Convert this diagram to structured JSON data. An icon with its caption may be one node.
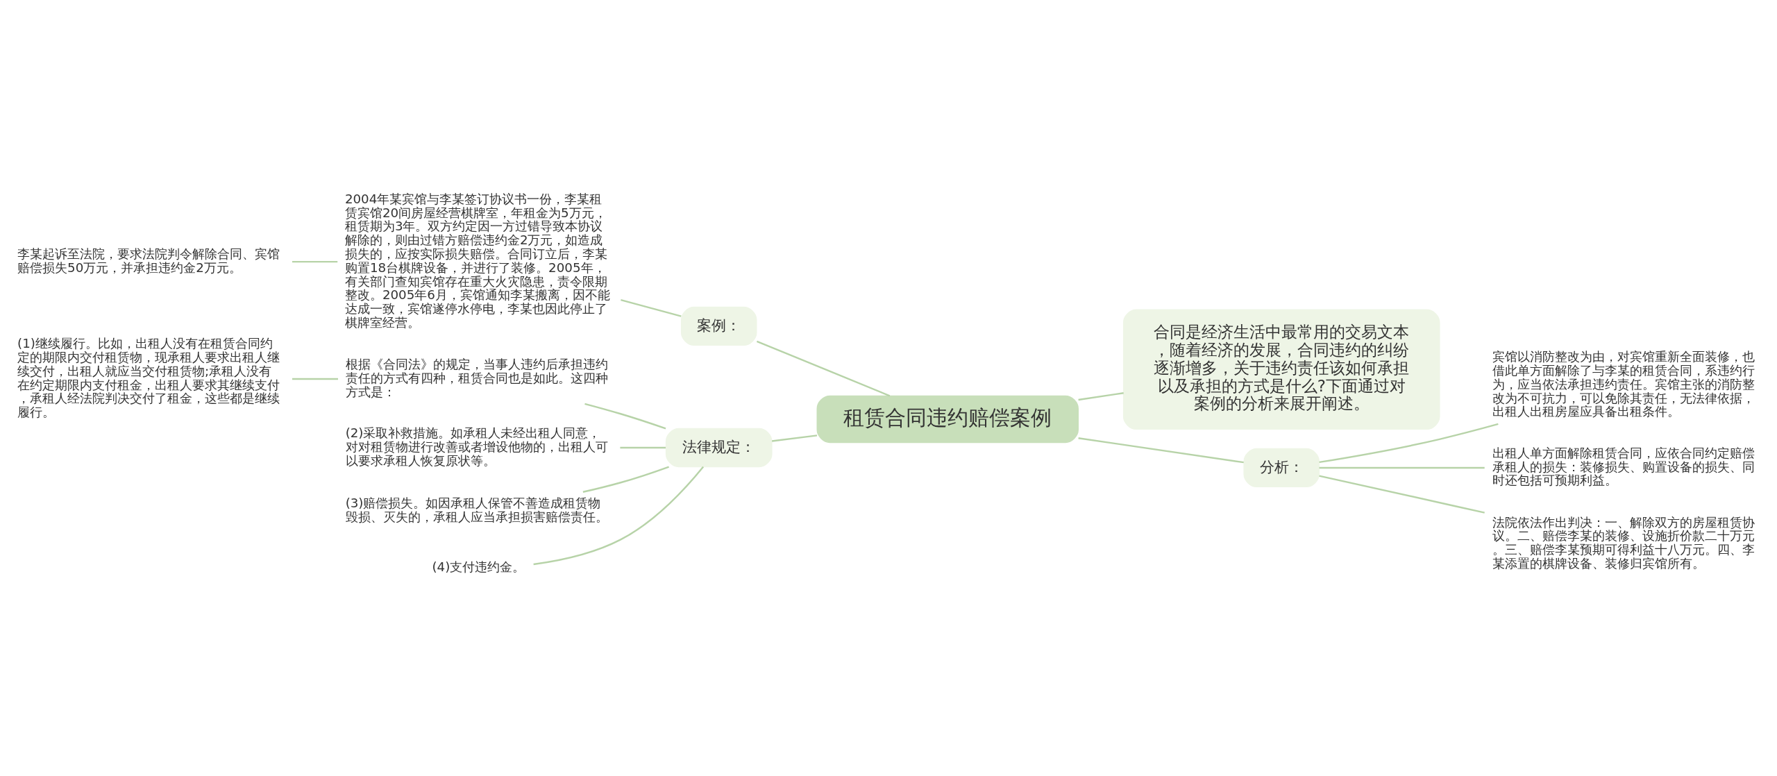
{
  "diagram": {
    "nodes": [
      {
        "text": [
          "租赁合同违约赔偿案例"
        ]
      },
      {
        "text": [
          "案例："
        ]
      },
      {
        "text": [
          "2004年某宾馆与李某签订协议书一份，李某租赁宾馆20间房屋经营棋牌室，年租金为5万元，租赁期为3年。双方约定因一方过错导致本协议解除的，则由过错方赔偿违约金2万元，如造成损失的，应按实际损失赔偿。合同订立后，李某购置18台棋牌设备，并进行了装修。2005年，有关部门查知宾馆存在重大火灾隐患，责令限期整改。2005年6月，宾馆通知李某搬离，因不能达成一致，宾馆遂停水停电，李某也因此停止了棋牌室经营。"
        ]
      },
      {
        "text": [
          "李某起诉至法院，要求法院判令解除合同、宾馆赔偿损失50万元，并承担违约金2万元。"
        ]
      },
      {
        "text": [
          "合同是经济生活中最常用的交易文本，随着经济的发展，合同违约的纠纷逐渐增多，关于违约责任该如何承担以及承担的方式是什么?下面通过对案例的分析来展开阐述。"
        ]
      },
      {
        "text": [
          "法律规定："
        ]
      },
      {
        "text": [
          "根据《合同法》的规定，当事人违约后承担违约责任的方式有四种，租赁合同也是如此。这四种方式是："
        ]
      },
      {
        "text": [
          "(1)继续履行。比如，出租人没有在租赁合同约定的期限内交付租赁物，现承租人要求出租人继续交付，出租人就应当交付租赁物;承租人没有在约定期限内支付租金，出租人要求其继续支付，承租人经法院判决交付了租金，这些都是继续履行。"
        ]
      },
      {
        "text": [
          "(2)采取补救措施。如承租人未经出租人同意，对对租赁物进行改善或者增设他物的，出租人可以要求承租人恢复原状等。"
        ]
      },
      {
        "text": [
          "(3)赔偿损失。如因承租人保管不善造成租赁物毁损、灭失的，承租人应当承担损害赔偿责任。"
        ]
      },
      {
        "text": [
          "(4)支付违约金。"
        ]
      },
      {
        "text": [
          "分析："
        ]
      },
      {
        "text": [
          "宾馆以消防整改为由，对宾馆重新全面装修，也借此单方面解除了与李某的租赁合同，系违约行为，应当依法承担违约责任。宾馆主张的消防整改为不可抗力，可以免除其责任，无法律依据，出租人出租房屋应具备出租条件。"
        ]
      },
      {
        "text": [
          "出租人单方面解除租赁合同，应依合同约定赔偿承租人的损失：装修损失、购置设备的损失、同时还包括可预期利益。"
        ]
      },
      {
        "text": [
          "法院依法作出判决：一、解除双方的房屋租赁协议。二、赔偿李某的装修、设施折价款二十万元。三、赔偿李某预期可得利益十八万元。四、李某添置的棋牌设备、装修归宾馆所有。"
        ]
      }
    ],
    "edges": [
      {
        "from": 0,
        "to": 1,
        "arrow": "none"
      },
      {
        "from": 1,
        "to": 2,
        "arrow": "none"
      },
      {
        "from": 2,
        "to": 3,
        "arrow": "none"
      },
      {
        "from": 0,
        "to": 4,
        "arrow": "none"
      },
      {
        "from": 0,
        "to": 5,
        "arrow": "none"
      },
      {
        "from": 5,
        "to": 6,
        "arrow": "none"
      },
      {
        "from": 6,
        "to": 7,
        "arrow": "none"
      },
      {
        "from": 5,
        "to": 8,
        "arrow": "none"
      },
      {
        "from": 5,
        "to": 9,
        "arrow": "none"
      },
      {
        "from": 5,
        "to": 10,
        "arrow": "none"
      },
      {
        "from": 0,
        "to": 11,
        "arrow": "none"
      },
      {
        "from": 11,
        "to": 12,
        "arrow": "none"
      },
      {
        "from": 11,
        "to": 13,
        "arrow": "none"
      },
      {
        "from": 11,
        "to": 14,
        "arrow": "none"
      }
    ]
  }
}
